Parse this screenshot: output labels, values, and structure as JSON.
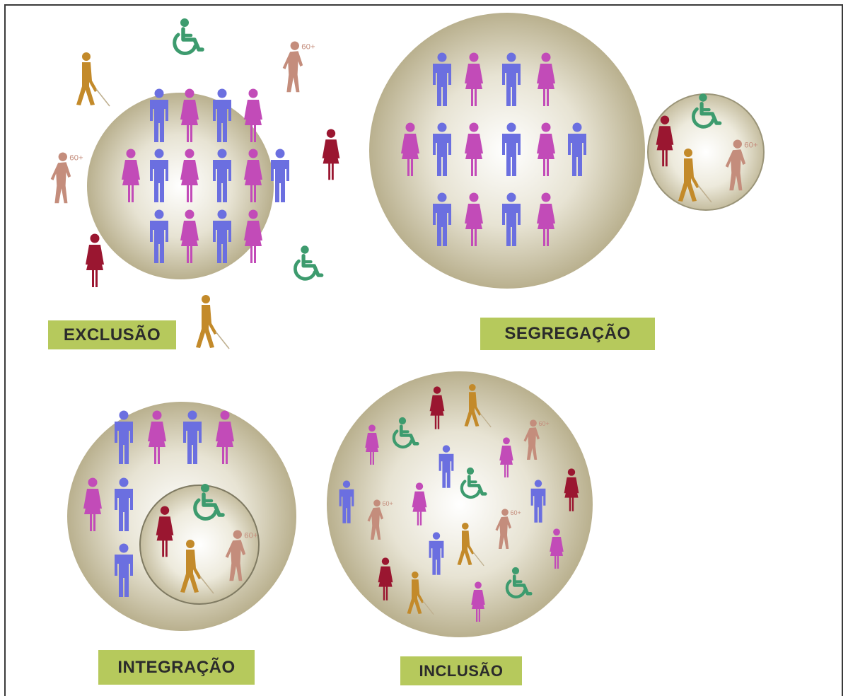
{
  "labels": {
    "exclusao": "EXCLUSÃO",
    "segregacao": "SEGREGAÇÃO",
    "integracao": "INTEGRAÇÃO",
    "inclusao": "INCLUSÃO"
  },
  "age_badge": "60+",
  "colors": {
    "man": "#6b6fe0",
    "woman": "#c24bb8",
    "dark_woman": "#9a1630",
    "wheelchair": "#3d9b6e",
    "blind": "#c38a2a",
    "elderly": "#c48d7c",
    "circle_center": "#ffffff",
    "circle_edge": "#b9b08e",
    "label_bg": "#b6c95c"
  }
}
